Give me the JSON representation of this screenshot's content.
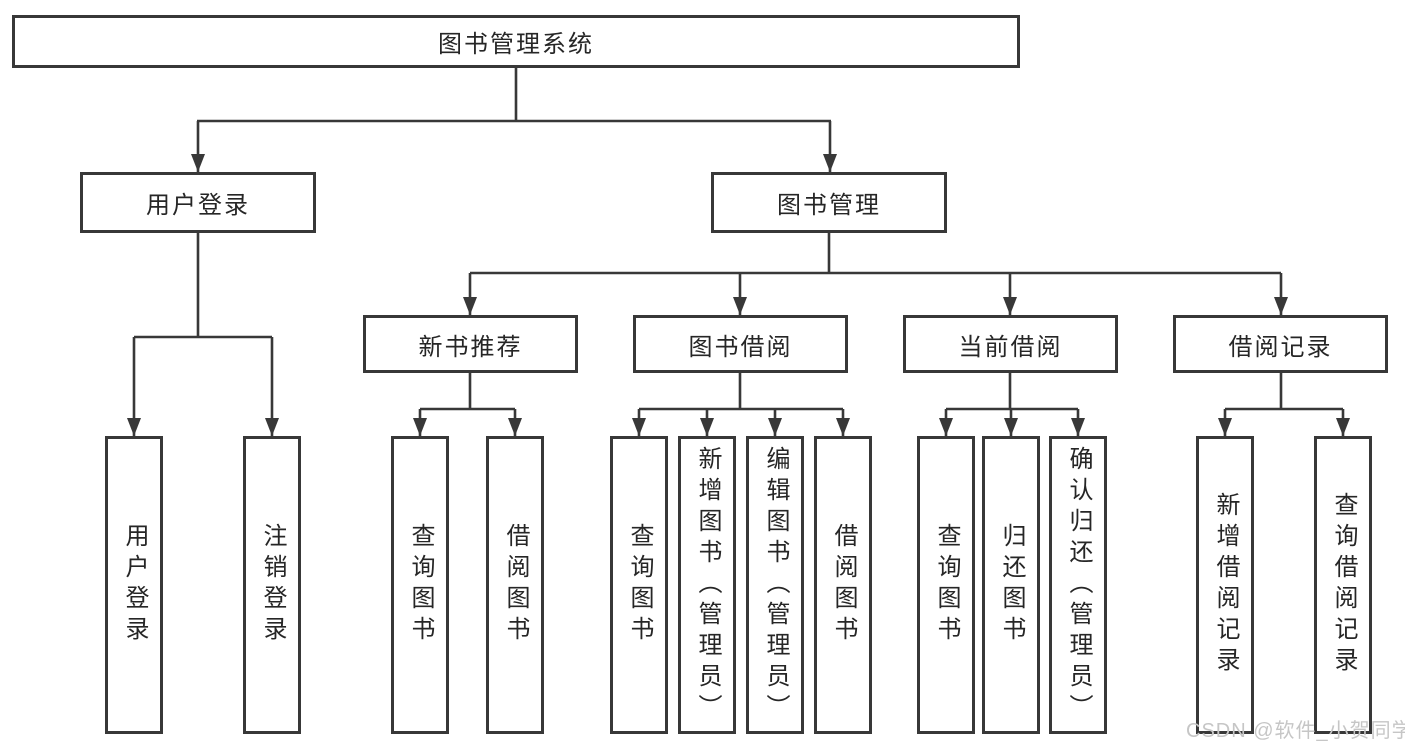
{
  "colors": {
    "line": "#383838",
    "box_border": "#383838",
    "text": "#262626",
    "background": "#ffffff",
    "watermark": "#c6c6c6"
  },
  "watermark": {
    "text": "CSDN @软件_小贺同学"
  },
  "tree": {
    "root": {
      "label": "图书管理系统"
    },
    "level2": {
      "user_login": {
        "label": "用户登录",
        "children": {
          "login": "用户登录",
          "logout": "注销登录"
        }
      },
      "book_management": {
        "label": "图书管理",
        "children": {
          "new_book_recommend": {
            "label": "新书推荐",
            "children": {
              "query_books": "查询图书",
              "borrow_books": "借阅图书"
            }
          },
          "book_borrowing": {
            "label": "图书借阅",
            "children": {
              "query_books": "查询图书",
              "add_books_admin": "新增图书（管理员）",
              "edit_books_admin": "编辑图书（管理员）",
              "borrow_books": "借阅图书"
            }
          },
          "current_borrowing": {
            "label": "当前借阅",
            "children": {
              "query_books": "查询图书",
              "return_books": "归还图书",
              "confirm_return_admin": "确认归还（管理员）"
            }
          },
          "borrowing_records": {
            "label": "借阅记录",
            "children": {
              "add_borrow_record": "新增借阅记录",
              "query_borrow_record": "查询借阅记录"
            }
          }
        }
      }
    }
  }
}
